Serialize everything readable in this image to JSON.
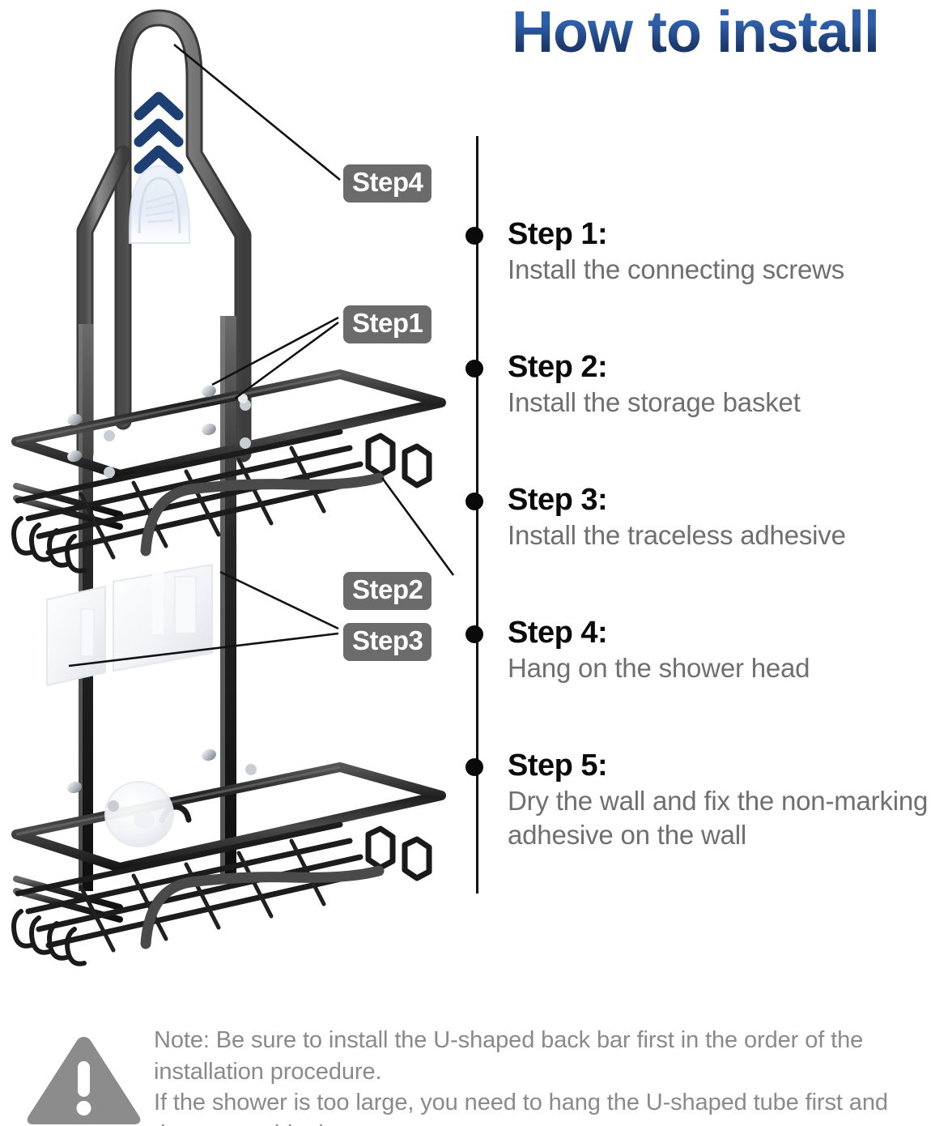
{
  "title": "How to install",
  "steps": [
    {
      "heading": "Step 1:",
      "description": "Install the connecting screws"
    },
    {
      "heading": "Step 2:",
      "description": "Install the storage basket"
    },
    {
      "heading": "Step 3:",
      "description": "Install the traceless adhesive"
    },
    {
      "heading": "Step 4:",
      "description": "Hang on the shower head"
    },
    {
      "heading": "Step 5:",
      "description": "Dry the wall and fix the non-marking adhesive on the wall"
    }
  ],
  "callouts": {
    "step4": "Step4",
    "step1": "Step1",
    "step2": "Step2",
    "step3": "Step3"
  },
  "note": {
    "line1": "Note: Be sure to install the U-shaped back bar first in the order of the installation procedure.",
    "line2": "If the shower is too large, you need to hang the U-shaped tube first and then assemble the screws."
  },
  "colors": {
    "title_blue": "#1b3d77",
    "step_heading": "#0a0a0a",
    "step_description": "#6f6f6f",
    "note_text": "#8a8a8a",
    "callout_bg": "#6b6b6b",
    "warning_icon": "#8c8c8c",
    "product_metal": "#2b2b2b",
    "product_tube": "#6e6e6e",
    "chevron_blue": "#1d3f72"
  },
  "icons": {
    "warning": "warning-triangle-icon",
    "chevron": "chevron-up-icon"
  }
}
